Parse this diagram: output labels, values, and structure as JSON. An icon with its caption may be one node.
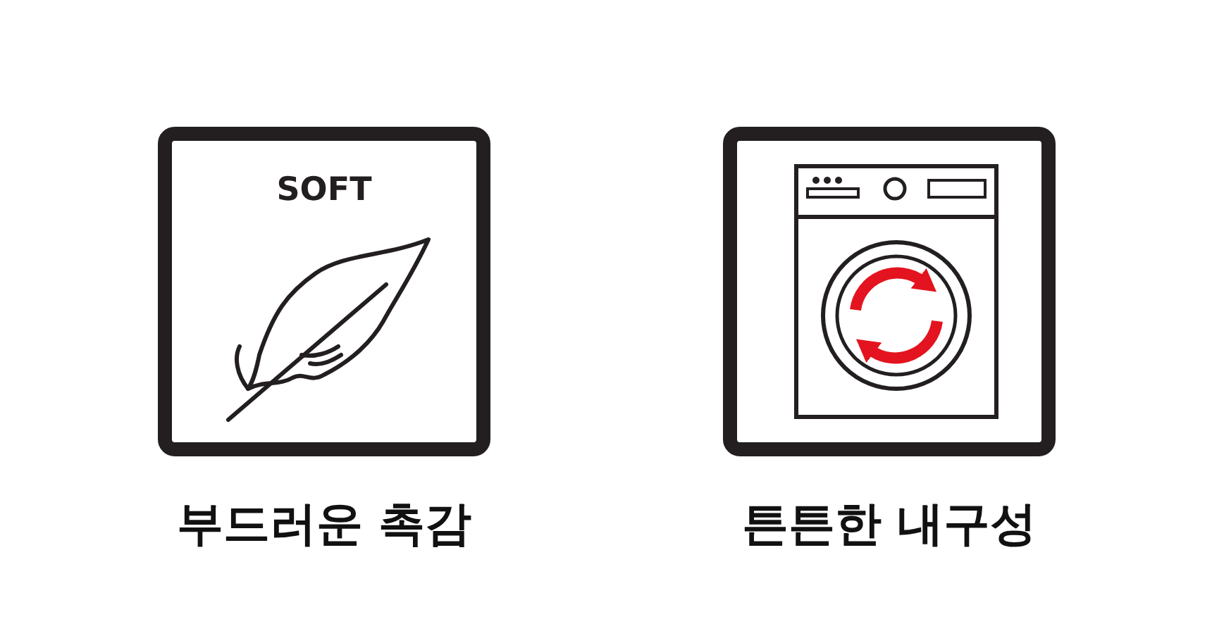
{
  "diagram": {
    "nodes": [
      {
        "text": [
          "SOFT"
        ],
        "beside": [
          "부드러운 촉감"
        ]
      },
      {
        "text": [],
        "shape": "box",
        "beside": [
          "튼튼한 내구성"
        ]
      }
    ]
  }
}
